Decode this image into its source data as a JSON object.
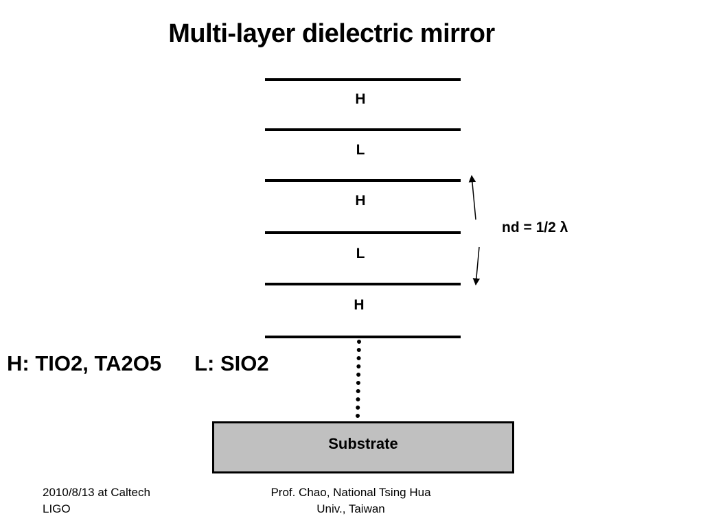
{
  "title": "Multi-layer dielectric mirror",
  "layers": [
    {
      "label": "H"
    },
    {
      "label": "L"
    },
    {
      "label": "H"
    },
    {
      "label": "L"
    },
    {
      "label": "H"
    }
  ],
  "materials": {
    "high_index": "H: TIO2, TA2O5",
    "low_index": "L: SIO2"
  },
  "thickness_annotation": "nd = 1/2 λ",
  "substrate": {
    "label": "Substrate"
  },
  "footer": {
    "left_line1": "2010/8/13 at Caltech",
    "left_line2": "LIGO",
    "right_line1": "Prof. Chao, National Tsing Hua",
    "right_line2": "Univ., Taiwan"
  }
}
